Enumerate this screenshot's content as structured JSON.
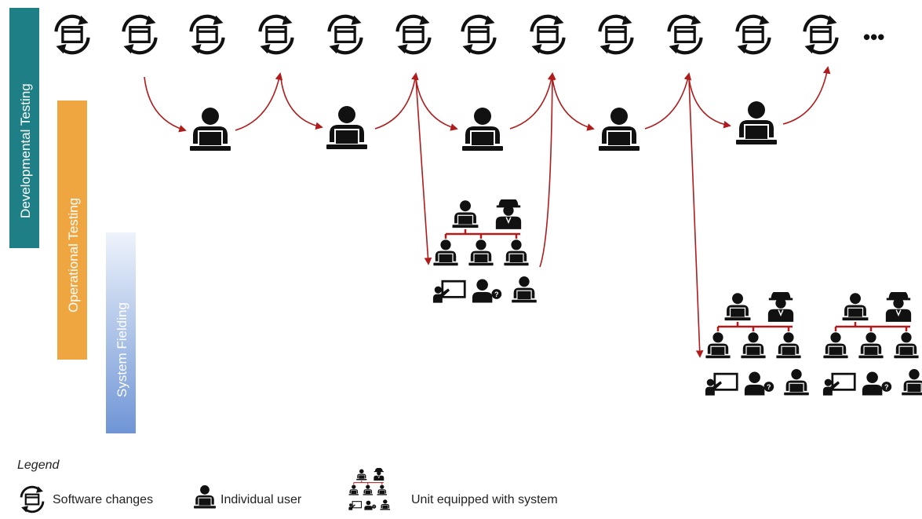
{
  "bands": {
    "developmental": {
      "label": "Developmental Testing",
      "color": "#1f7f86"
    },
    "operational": {
      "label": "Operational Testing",
      "color": "#efa640"
    },
    "fielding": {
      "label": "System Fielding",
      "color_top": "#eef3fb",
      "color_bottom": "#6f95d6"
    }
  },
  "ellipsis": "•••",
  "legend": {
    "title": "Legend",
    "software_changes": "Software changes",
    "individual_user": "Individual user",
    "unit_equipped": "Unit equipped with system"
  },
  "colors": {
    "icon": "#111111",
    "arrow": "#b01c1c",
    "line": "#b01c1c"
  },
  "icons": {
    "software_change": "refresh-window-icon",
    "individual_user": "user-laptop-icon",
    "unit": "unit-org-icon"
  }
}
